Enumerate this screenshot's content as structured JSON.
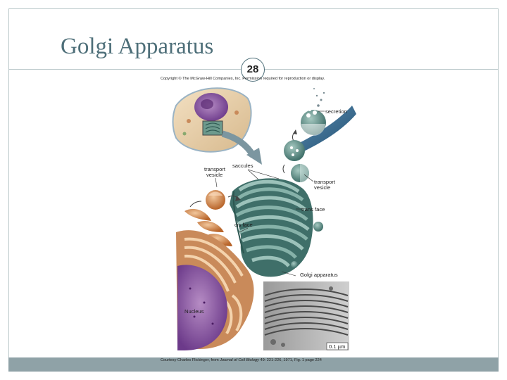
{
  "slide": {
    "title": "Golgi Apparatus",
    "page_number": "28",
    "copyright": "Copyright © The McGraw-Hill Companies, Inc. Permission required for reproduction or display.",
    "courtesy_prefix": "Courtesy Charles Flickinger, from ",
    "courtesy_journal": "Journal of Cell Biology",
    "courtesy_suffix": " 49: 221-226, 1971, Fig. 1 page 224"
  },
  "labels": {
    "secretion": "secretion",
    "transport_vesicle_left_1": "transport",
    "transport_vesicle_left_2": "vesicle",
    "saccules": "saccules",
    "transport_vesicle_right_1": "transport",
    "transport_vesicle_right_2": "vesicle",
    "trans_face": "trans face",
    "cis_face": "cis face",
    "golgi_apparatus": "Golgi apparatus",
    "nucleus": "Nucleus",
    "scale_bar": "0.1 µm"
  },
  "colors": {
    "title": "#4e6f79",
    "golgi": "#4f7f79",
    "er": "#d08a4c",
    "nucleus": "#8d5aa6",
    "membrane": "#2d6386"
  }
}
